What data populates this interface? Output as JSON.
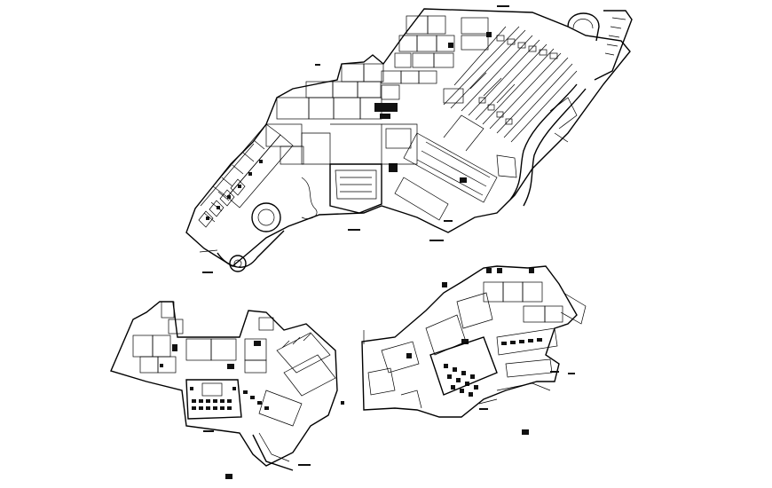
{
  "drawing": {
    "views": [
      {
        "id": "plan-main"
      },
      {
        "id": "plan-lower-left"
      },
      {
        "id": "plan-lower-right"
      }
    ]
  }
}
